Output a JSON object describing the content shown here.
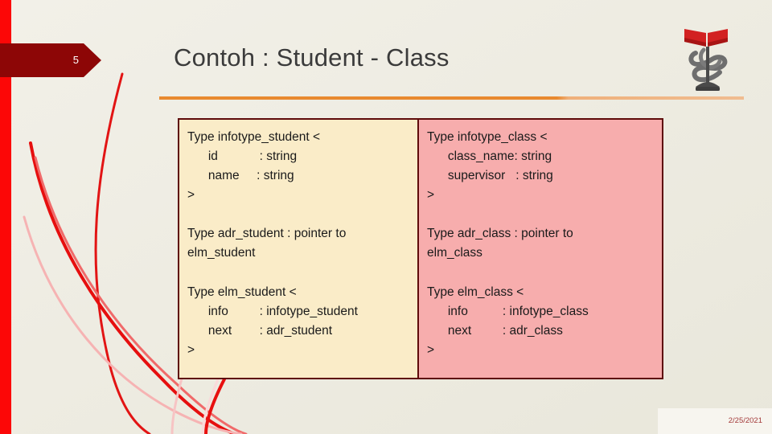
{
  "slide": {
    "number": "5",
    "title": "Contoh : Student - Class",
    "date": "2/25/2021",
    "logo_icon": "university-emblem-logo",
    "accent_colors": {
      "red_bar": "#fc0707",
      "badge_maroon": "#8d0606",
      "title_rule_orange": "#e8892f",
      "table_border": "#5e0b0b",
      "left_cell_bg": "#faecc8",
      "right_cell_bg": "#f7adad",
      "title_text": "#3b3b3b",
      "date_text": "#a33a3a",
      "background": "#eeece2"
    }
  },
  "table": {
    "columns": [
      {
        "name": "student-column",
        "blocks": [
          "Type infotype_student <\n      id            : string\n      name     : string\n>",
          "Type adr_student : pointer to\nelm_student",
          "Type elm_student <\n      info         : infotype_student\n      next        : adr_student\n>"
        ]
      },
      {
        "name": "class-column",
        "blocks": [
          "Type infotype_class <\n      class_name: string\n      supervisor   : string\n>",
          "Type adr_class : pointer to\nelm_class",
          "Type elm_class <\n      info          : infotype_class\n      next         : adr_class\n>"
        ]
      }
    ]
  }
}
